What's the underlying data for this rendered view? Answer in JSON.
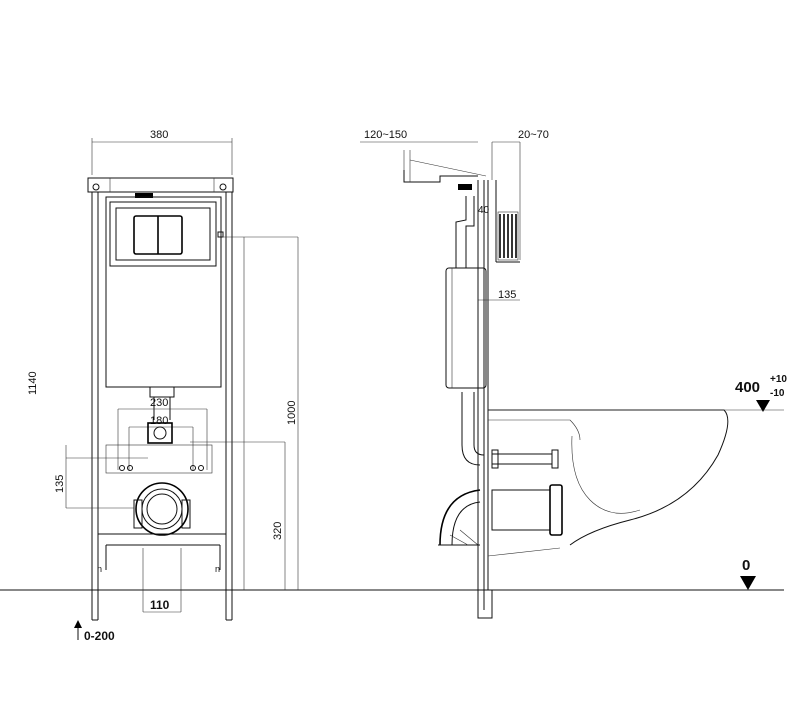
{
  "dimensions": {
    "width_total": "380",
    "height_total": "1140",
    "flush_height": "1000",
    "outlet_height": "320",
    "inlet_spacing_outer": "230",
    "inlet_spacing_inner": "180",
    "inlet_center_height": "135",
    "waste_width": "110",
    "foot_adjust": "0-200",
    "wall_gap": "120~150",
    "panel_depth": "20~70",
    "button_offset": "40",
    "side_inlet_height": "135",
    "seat_height": "400",
    "seat_tol_plus": "+10",
    "seat_tol_minus": "-10",
    "floor_level": "0"
  }
}
